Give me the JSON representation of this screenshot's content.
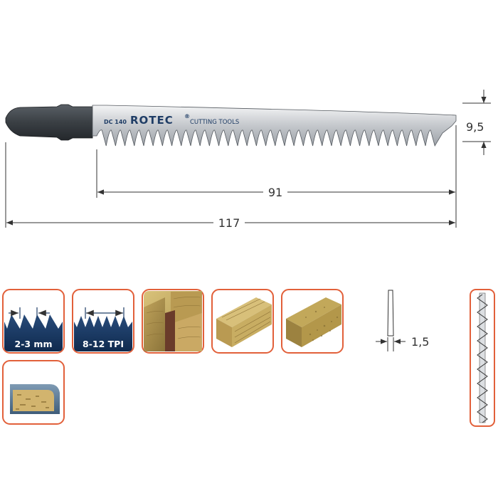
{
  "blade": {
    "model": "DC 140",
    "brand": "ROTEC",
    "brand_mark": "®",
    "tagline": "CUTTING TOOLS"
  },
  "dimensions": {
    "width": "9,5",
    "tooth_length": "91",
    "total_length": "117",
    "thickness": "1,5"
  },
  "icons": {
    "tooth_spacing": "2-3 mm",
    "tpi": "8-12 TPI"
  },
  "colors": {
    "frame": "#e2603a",
    "navy": "#1f3d66",
    "wood": "#c9b06a",
    "blade_dark": "#3c4146"
  }
}
